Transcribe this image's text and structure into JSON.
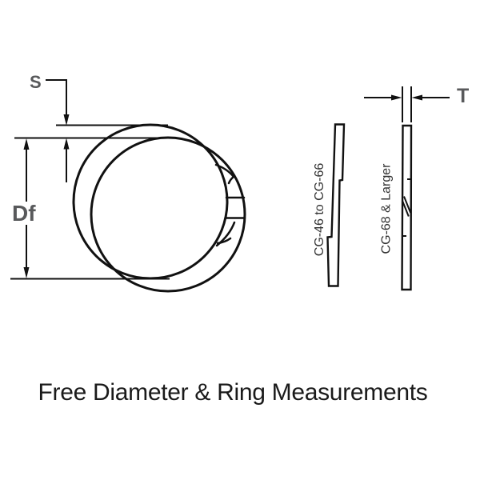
{
  "drawing": {
    "caption": "Free Diameter & Ring Measurements",
    "front_view": {
      "dim_s_label": "S",
      "dim_df_label": "Df"
    },
    "side_views": {
      "dim_t_label": "T",
      "small_sizes_label": "CG-46 to CG-66",
      "large_sizes_label": "CG-68 & Larger"
    },
    "colors": {
      "line": "#111111",
      "dim_label": "#58595b",
      "section_label": "#333333",
      "caption": "#1a1a1a",
      "background": "#ffffff"
    }
  }
}
